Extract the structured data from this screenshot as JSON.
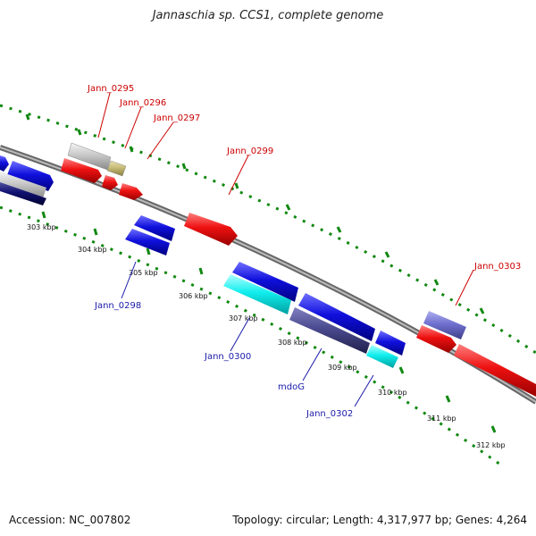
{
  "title": "Jannaschia sp. CCS1, complete genome",
  "footer": {
    "accession": "Accession: NC_007802",
    "topology": "Topology: circular; Length: 4,317,977 bp; Genes: 4,264"
  },
  "colors": {
    "red": "#ee1111",
    "blue": "#1010dd",
    "cyan": "#11eeee",
    "navy": "#101070",
    "gray": "#c8c8c8",
    "olive": "#c8bc78",
    "purple": "#7070d0",
    "slate": "#4a4a90",
    "backbone": "#888888",
    "ticks": "#118811"
  },
  "kbp_labels": [
    "303 kbp",
    "304 kbp",
    "305 kbp",
    "306 kbp",
    "307 kbp",
    "308 kbp",
    "309 kbp",
    "310 kbp",
    "311 kbp",
    "312 kbp"
  ],
  "gene_labels_top": [
    "Jann_0295",
    "Jann_0296",
    "Jann_0297",
    "Jann_0299",
    "Jann_0303"
  ],
  "gene_labels_bottom": [
    "Jann_0298",
    "Jann_0300",
    "mdoG",
    "Jann_0302"
  ]
}
